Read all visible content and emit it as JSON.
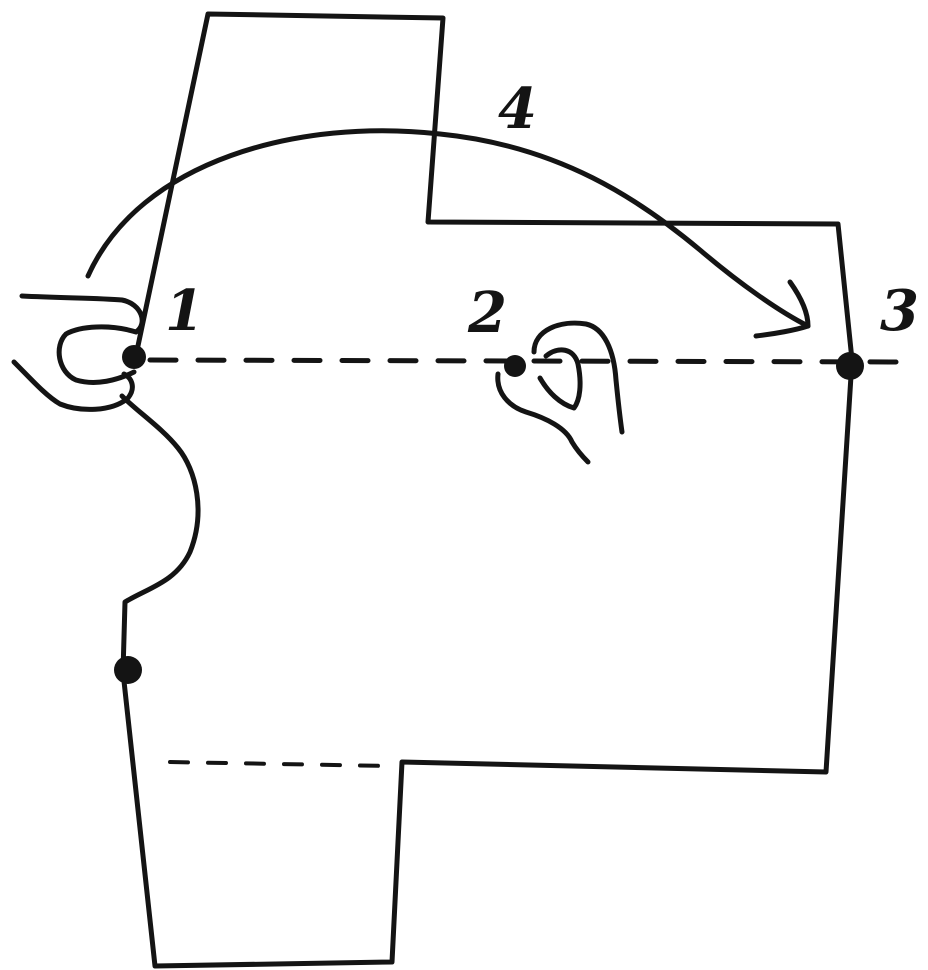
{
  "labels": {
    "point_1": "1",
    "point_2": "2",
    "point_3": "3",
    "arc_4": "4"
  },
  "colors": {
    "ink": "#141414",
    "paper": "#ffffff"
  }
}
